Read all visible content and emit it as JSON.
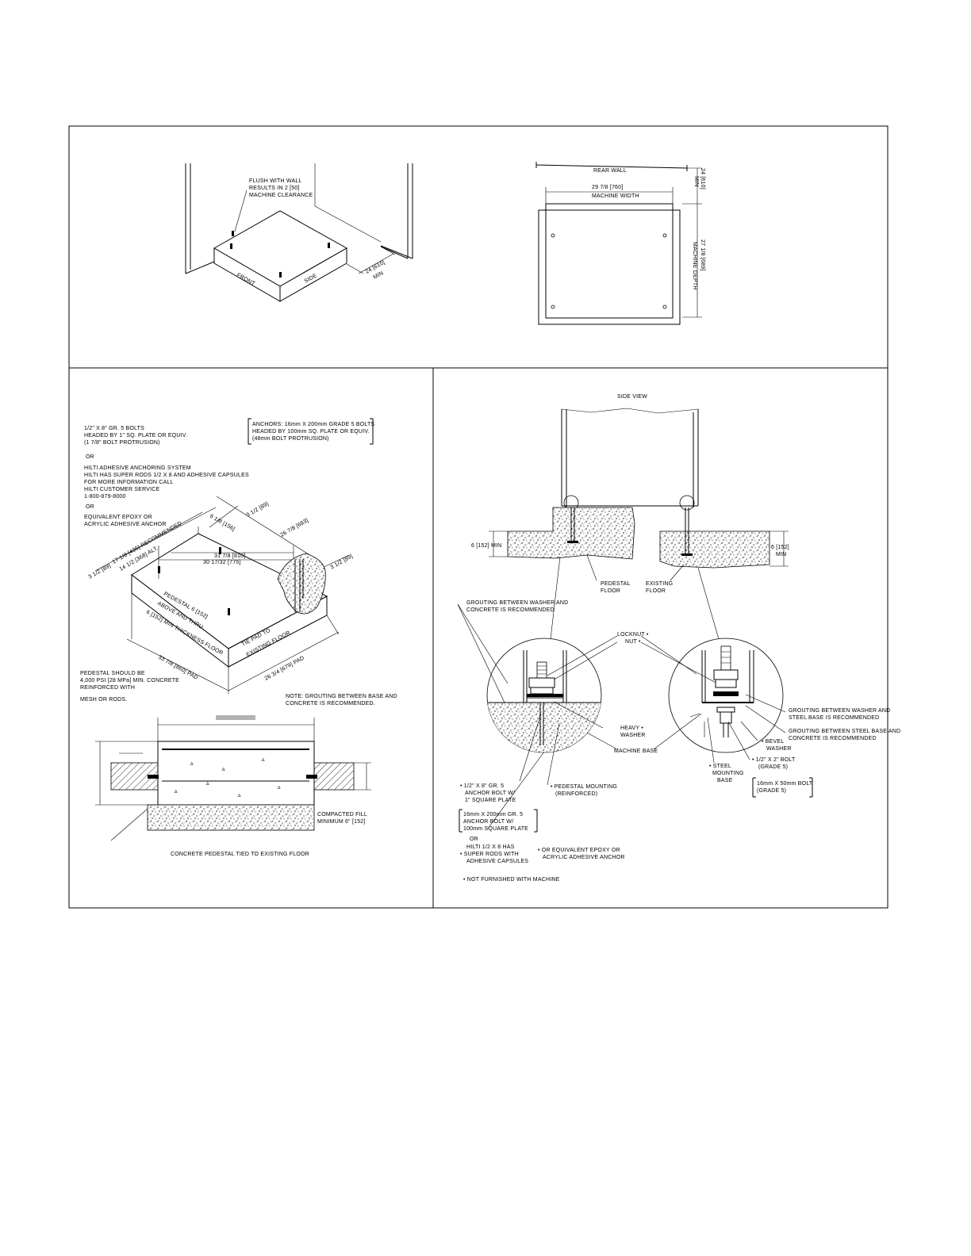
{
  "top_left": {
    "flush_note": [
      "FLUSH WITH WALL",
      "RESULTS IN 2 [50]",
      "MACHINE CLEARANCE"
    ],
    "front_label": "FRONT",
    "side_label": "SIDE",
    "clearance_dim": [
      "24 [610]",
      "MIN"
    ]
  },
  "top_right": {
    "rear_wall": "REAR WALL",
    "width_dim": [
      "29 7/8 [760]",
      "MACHINE WIDTH"
    ],
    "rear_clear_dim": [
      "24 [610]",
      "MIN"
    ],
    "depth_dim": [
      "27 1/8 [689]",
      "MACHINE DEPTH"
    ]
  },
  "bottom_left": {
    "bolt_note": [
      "1/2\" X 8\" GR. 5 BOLTS",
      "HEADED BY 1\" SQ. PLATE OR EQUIV.",
      "(1 7/8\" BOLT PROTRUSION)",
      "OR",
      "HILTI ADHESIVE ANCHORING SYSTEM",
      "HILTI HAS SUPER RODS 1/2 X 8 AND ADHESIVE CAPSULES",
      "FOR MORE INFORMATION CALL",
      "HILTI CUSTOMER SERVICE",
      "1-800-879-8000",
      "OR",
      "EQUIVALENT EPOXY OR",
      "ACRYLIC ADHESIVE ANCHOR"
    ],
    "anchor_note": [
      "ANCHORS: 16mm X 200mm GRADE 5 BOLTS",
      "HEADED BY 100mm SQ. PLATE OR EQUIV.",
      "(48mm BOLT PROTRUSION)"
    ],
    "dims": {
      "d1": "6 1/8 [156]",
      "d2": "3 1/2 [89]",
      "d3": "26 7/8 [683]",
      "d4": "17 1/8 [435] RECOMMENDED",
      "d5": "14 1/2 [368] ALT.",
      "d6": "31 7/8 [810]",
      "d7": "30 17/32 [775]",
      "d8": "3 1/2 [89]",
      "d9": "3 1/2 [89]",
      "d10": "33 7/8 [860] PAD",
      "d11": "26 3/4 [679] PAD"
    },
    "pedestal_text": [
      "PEDESTAL 6 [152]",
      "ABOVE AND THRU",
      "6 [152] MIN THICKNESS FLOOR"
    ],
    "tie_text": [
      "TIE PAD TO",
      "EXISTING FLOOR"
    ],
    "pedestal_should": [
      "PEDESTAL SHOULD BE",
      "4,000 PSI [28 MPa] MIN. CONCRETE",
      "REINFORCED WITH",
      "MESH OR RODS."
    ],
    "grout_note": [
      "NOTE: GROUTING BETWEEN BASE AND",
      "CONCRETE IS RECOMMENDED."
    ],
    "section": {
      "compacted": [
        "COMPACTED FILL",
        "MINIMUM 6\" [152]"
      ],
      "caption": "CONCRETE PEDESTAL TIED TO EXISTING FLOOR"
    }
  },
  "bottom_right": {
    "side_view": "SIDE VIEW",
    "min_dim": "6 [152] MIN",
    "req_dim": [
      "6 [152]",
      "MIN"
    ],
    "pedestal_floor": [
      "PEDESTAL",
      "FLOOR"
    ],
    "existing_floor": [
      "EXISTING",
      "FLOOR"
    ],
    "grout_washer": [
      "GROUTING BETWEEN WASHER AND",
      "CONCRETE IS RECOMMENDED"
    ],
    "lockout_nut": [
      "LOCKNUT •",
      "NUT •"
    ],
    "grout_steel_washer": [
      "GROUTING BETWEEN WASHER AND",
      "STEEL BASE IS RECOMMENDED"
    ],
    "grout_steel_concrete": [
      "GROUTING BETWEEN STEEL BASE AND",
      "CONCRETE IS RECOMMENDED"
    ],
    "heavy_washer": [
      "HEAVY •",
      "WASHER"
    ],
    "bevel_washer": [
      "• BEVEL",
      "WASHER"
    ],
    "machine_base": "MACHINE BASE",
    "steel_mount": [
      "• STEEL",
      "MOUNTING",
      "BASE"
    ],
    "bolt_half": [
      "• 1/2\" X 2\" BOLT",
      "(GRADE 5)"
    ],
    "bolt_16": [
      "16mm X 50mm BOLT",
      "(GRADE 5)"
    ],
    "anchor_bolt": [
      "• 1/2\" X 8\" GR. 5",
      "ANCHOR BOLT W/",
      "1\" SQUARE PLATE"
    ],
    "pedestal_mount": [
      "• PEDESTAL MOUNTING",
      "(REINFORCED)"
    ],
    "anchor_16": [
      "16mm X 200mm GR. 5",
      "ANCHOR BOLT W/",
      "100mm SQUARE PLATE"
    ],
    "or_text": "OR",
    "hilti": [
      "HILTI 1/2 X 8 HAS",
      "• SUPER RODS WITH",
      "ADHESIVE CAPSULES"
    ],
    "epoxy": [
      "• OR EQUIVALENT EPOXY OR",
      "ACRYLIC ADHESIVE ANCHOR"
    ],
    "not_furnished": "• NOT FURNISHED WITH MACHINE"
  }
}
